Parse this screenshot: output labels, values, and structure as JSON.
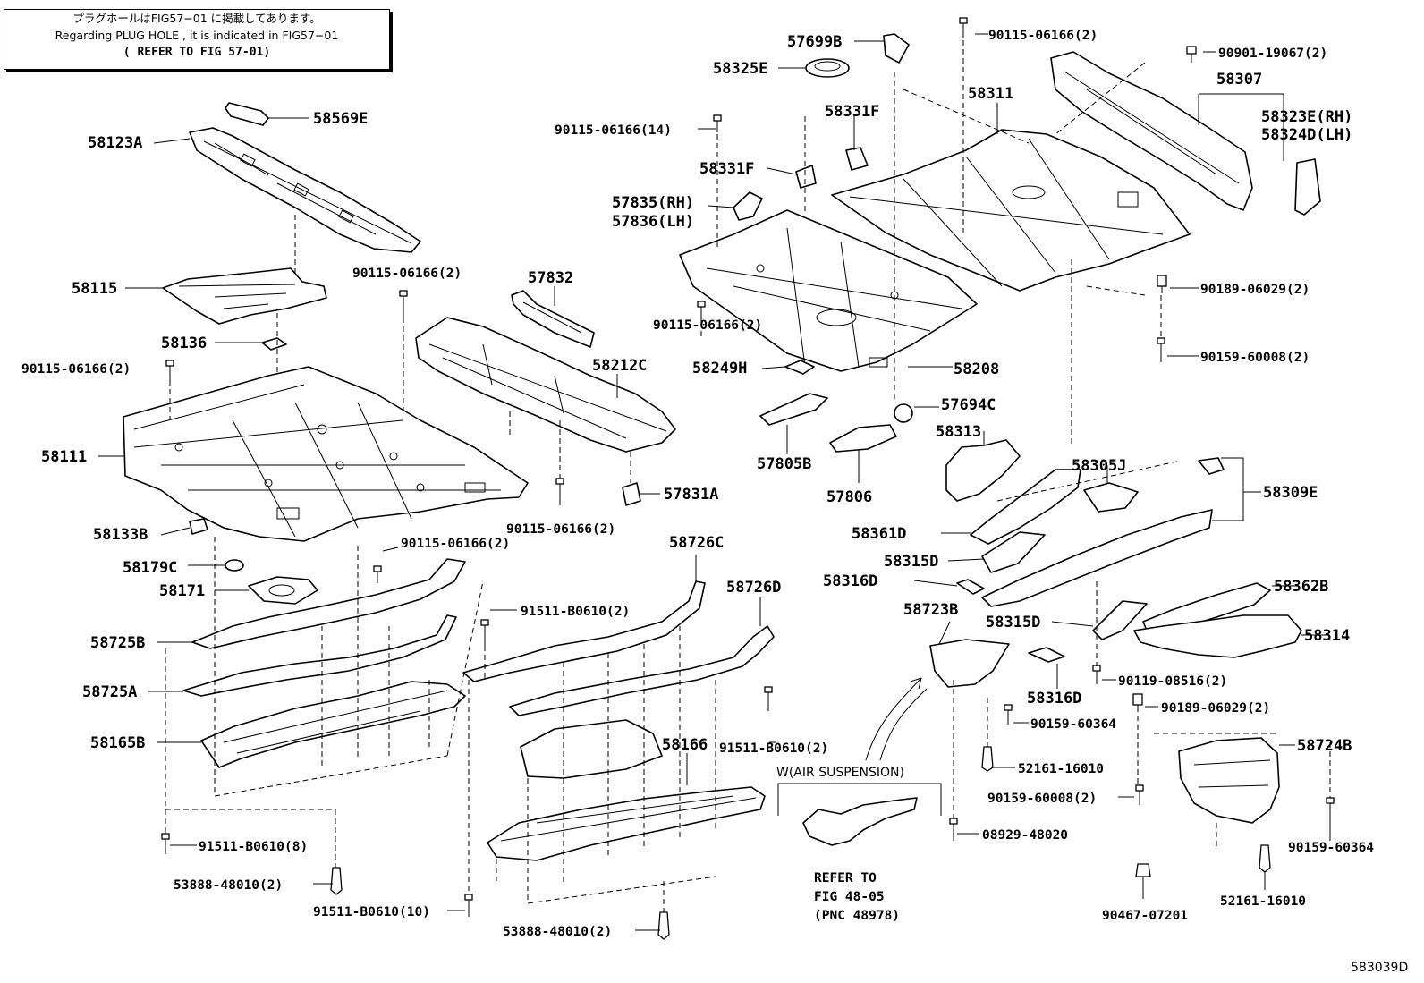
{
  "note": {
    "line1": "プラグホールはFIG57−01 に掲載してあります。",
    "line2": "Regarding PLUG HOLE , it is indicated in FIG57−01",
    "line3": "( REFER TO FIG 57-01)"
  },
  "labels": {
    "p58569E": "58569E",
    "p58123A": "58123A",
    "p58115": "58115",
    "p58136": "58136",
    "b90115_2_a": "90115-06166(2)",
    "b90115_2_b": "90115-06166(2)",
    "p58111": "58111",
    "p58133B": "58133B",
    "p58179C": "58179C",
    "p58171": "58171",
    "b90115_2_c": "90115-06166(2)",
    "p58725B": "58725B",
    "p58725A": "58725A",
    "p58165B": "58165B",
    "b91511_8": "91511-B0610(8)",
    "c53888_2_a": "53888-48010(2)",
    "b91511_10": "91511-B0610(10)",
    "c53888_2_b": "53888-48010(2)",
    "p57832": "57832",
    "p58212C": "58212C",
    "b90115_2_d": "90115-06166(2)",
    "p57831A": "57831A",
    "p58726C": "58726C",
    "p58726D": "58726D",
    "b91511_2_a": "91511-B0610(2)",
    "b91511_2_b": "91511-B0610(2)",
    "p58166": "58166",
    "air_suspension": "W(AIR SUSPENSION)",
    "refer1": "REFER TO",
    "refer2": "FIG 48-05",
    "refer3": "(PNC 48978)",
    "p57699B": "57699B",
    "p58325E": "58325E",
    "b90115_14": "90115-06166(14)",
    "p58331F_a": "58331F",
    "p58331F_b": "58331F",
    "p57835": "57835(RH)",
    "p57836": "57836(LH)",
    "b90115_2_e": "90115-06166(2)",
    "p58249H": "58249H",
    "p58208": "58208",
    "p57805B": "57805B",
    "p57806": "57806",
    "p57694C": "57694C",
    "b90115_2_top": "90115-06166(2)",
    "p58311": "58311",
    "b90901": "90901-19067(2)",
    "p58307": "58307",
    "p58323E": "58323E(RH)",
    "p58324D": "58324D(LH)",
    "b90189_a": "90189-06029(2)",
    "b90159_a": "90159-60008(2)",
    "p58313": "58313",
    "p58305J": "58305J",
    "p58309E": "58309E",
    "p58361D": "58361D",
    "p58315D_a": "58315D",
    "p58316D_a": "58316D",
    "p58723B": "58723B",
    "p58315D_b": "58315D",
    "p58316D_b": "58316D",
    "p58362B": "58362B",
    "p58314": "58314",
    "b90119": "90119-08516(2)",
    "b90189_b": "90189-06029(2)",
    "b90159_60364_a": "90159-60364",
    "c52161_a": "52161-16010",
    "b90159_60008_b": "90159-60008(2)",
    "p58724B": "58724B",
    "b08929": "08929-48020",
    "b90159_60364_b": "90159-60364",
    "c52161_b": "52161-16010",
    "c90467": "90467-07201",
    "figure_id": "583039D"
  }
}
